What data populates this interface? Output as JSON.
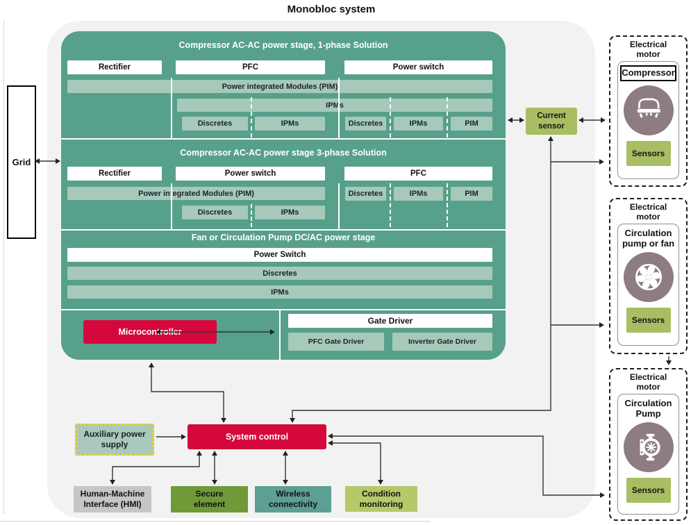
{
  "title": "Monobloc system",
  "grid": {
    "label": "Grid"
  },
  "block": {
    "one_phase": {
      "header": "Compressor AC-AC power stage, 1-phase Solution",
      "row": [
        "Rectifier",
        "PFC",
        "Power switch"
      ],
      "pim_band": "Power integrated Modules (PIM)",
      "ipms_band": "IPMs",
      "sub": [
        "Discretes",
        "IPMs",
        "Discretes",
        "IPMs",
        "PIM"
      ]
    },
    "three_phase": {
      "header": "Compressor AC-AC power stage 3-phase Solution",
      "row": [
        "Rectifier",
        "Power switch",
        "PFC"
      ],
      "pim_band": "Power integrated Modules (PIM)",
      "sub_left": [
        "Discretes",
        "IPMs"
      ],
      "sub_right": [
        "Discretes",
        "IPMs",
        "PIM"
      ]
    },
    "fan": {
      "header": "Fan or Circulation Pump DC/AC power stage",
      "rows": [
        "Power Switch",
        "Discretes",
        "IPMs"
      ]
    },
    "control": {
      "microcontroller": "Microcontroller",
      "gate_driver": "Gate Driver",
      "pfc_gate_driver": "PFC Gate Driver",
      "inverter_gate_driver": "Inverter Gate Driver"
    }
  },
  "current_sensor": {
    "label": "Current sensor"
  },
  "motors": [
    {
      "group": "Electrical motor",
      "name": "Compressor",
      "icon": "compressor-icon",
      "sensors": "Sensors"
    },
    {
      "group": "Electrical motor",
      "name": "Circulation pump or fan",
      "icon": "fan-icon",
      "sensors": "Sensors"
    },
    {
      "group": "Electrical motor",
      "name": "Circulation Pump",
      "icon": "pump-icon",
      "sensors": "Sensors"
    }
  ],
  "bottom": {
    "aux": "Auxiliary power supply",
    "system_control": "System control",
    "hmi": "Human-Machine Interface (HMI)",
    "secure": "Secure element",
    "wireless": "Wireless connectivity",
    "condition": "Condition monitoring"
  },
  "colors": {
    "teal": "#57a08b",
    "band": "#a6c9ba",
    "red": "#d6073c",
    "olive": "#a9bd62",
    "secure-green": "#6f9a38",
    "wireless-teal": "#5ba093",
    "condition-green": "#b5c968",
    "hmi-gray": "#c6c6c6",
    "aux-fill": "#a9c8be",
    "aux-border": "#ffd400",
    "icon-taupe": "#8d7c81",
    "canvas-gray": "#f2f2f2"
  }
}
